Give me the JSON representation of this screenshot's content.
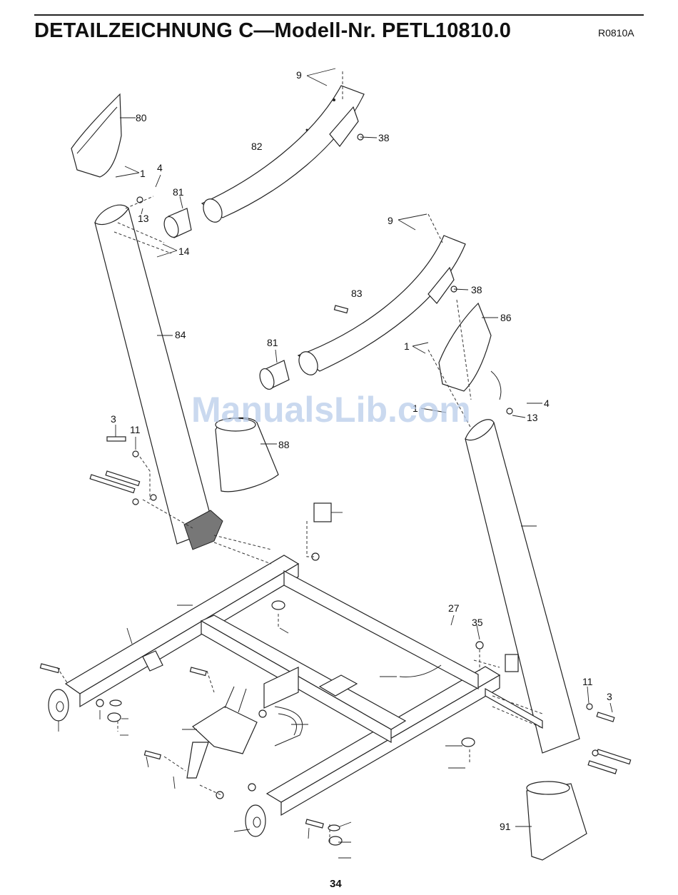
{
  "header": {
    "title": "DETAILZEICHNUNG C—Modell-Nr. PETL10810.0",
    "code": "R0810A"
  },
  "footer": {
    "page_number": "34"
  },
  "watermark": "ManualsLib.com",
  "callouts": {
    "c9a": "9",
    "c38a": "38",
    "c80": "80",
    "c82": "82",
    "c1a": "1",
    "c4a": "4",
    "c81a": "81",
    "c13a": "13",
    "c14": "14",
    "c9b": "9",
    "c83": "83",
    "c38b": "38",
    "c86": "86",
    "c1b": "1",
    "c84": "84",
    "c81b": "81",
    "c1c": "1",
    "c4b": "4",
    "c13b": "13",
    "c3a": "3",
    "c11a": "11",
    "c88": "88",
    "c27": "27",
    "c35": "35",
    "c11b": "11",
    "c3b": "3",
    "c91": "91"
  }
}
